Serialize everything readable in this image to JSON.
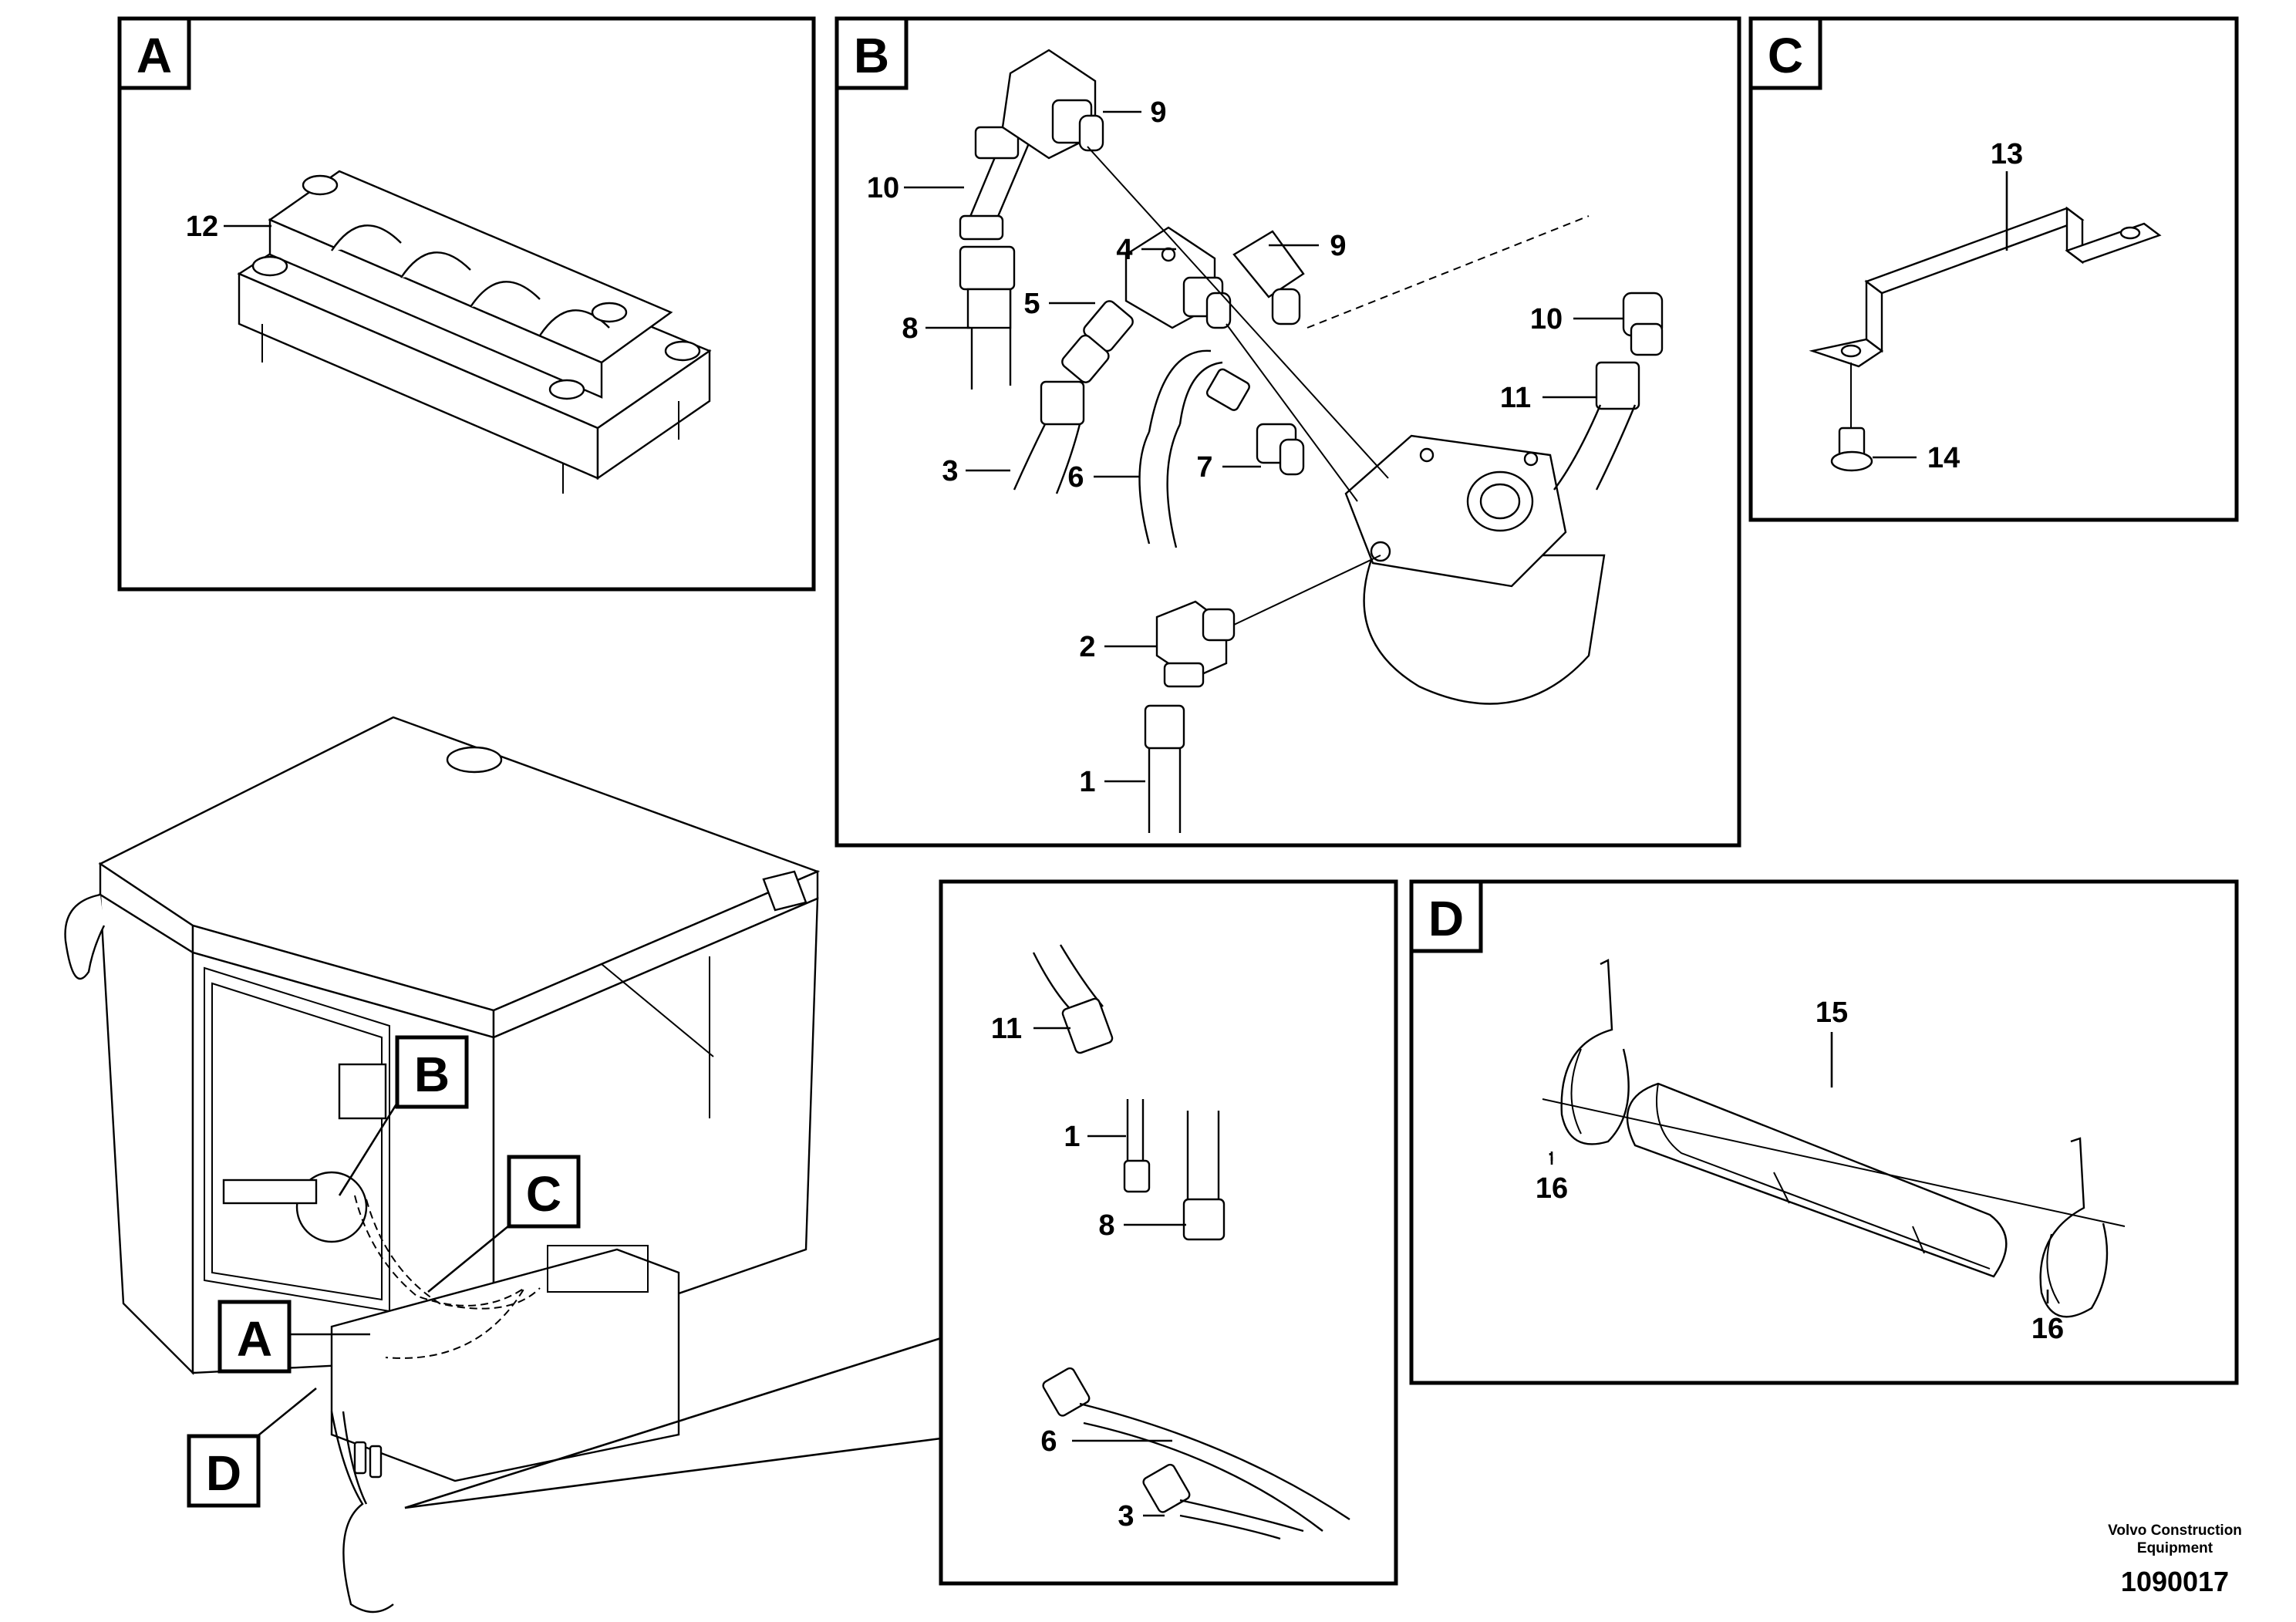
{
  "panels": {
    "A": {
      "letter": "A",
      "callouts": [
        "12"
      ]
    },
    "B": {
      "letter": "B",
      "callouts": [
        "9",
        "10",
        "4",
        "9",
        "5",
        "8",
        "10",
        "11",
        "3",
        "6",
        "7",
        "2",
        "1"
      ]
    },
    "C": {
      "letter": "C",
      "callouts": [
        "13",
        "14"
      ]
    },
    "E": {
      "callouts": [
        "11",
        "1",
        "8",
        "6",
        "3"
      ]
    },
    "D": {
      "letter": "D",
      "callouts": [
        "15",
        "16",
        "16"
      ]
    }
  },
  "overview": {
    "tags": [
      "B",
      "C",
      "A",
      "D"
    ]
  },
  "publisher": {
    "line1": "Volvo Construction",
    "line2": "Equipment"
  },
  "part_number": "1090017"
}
